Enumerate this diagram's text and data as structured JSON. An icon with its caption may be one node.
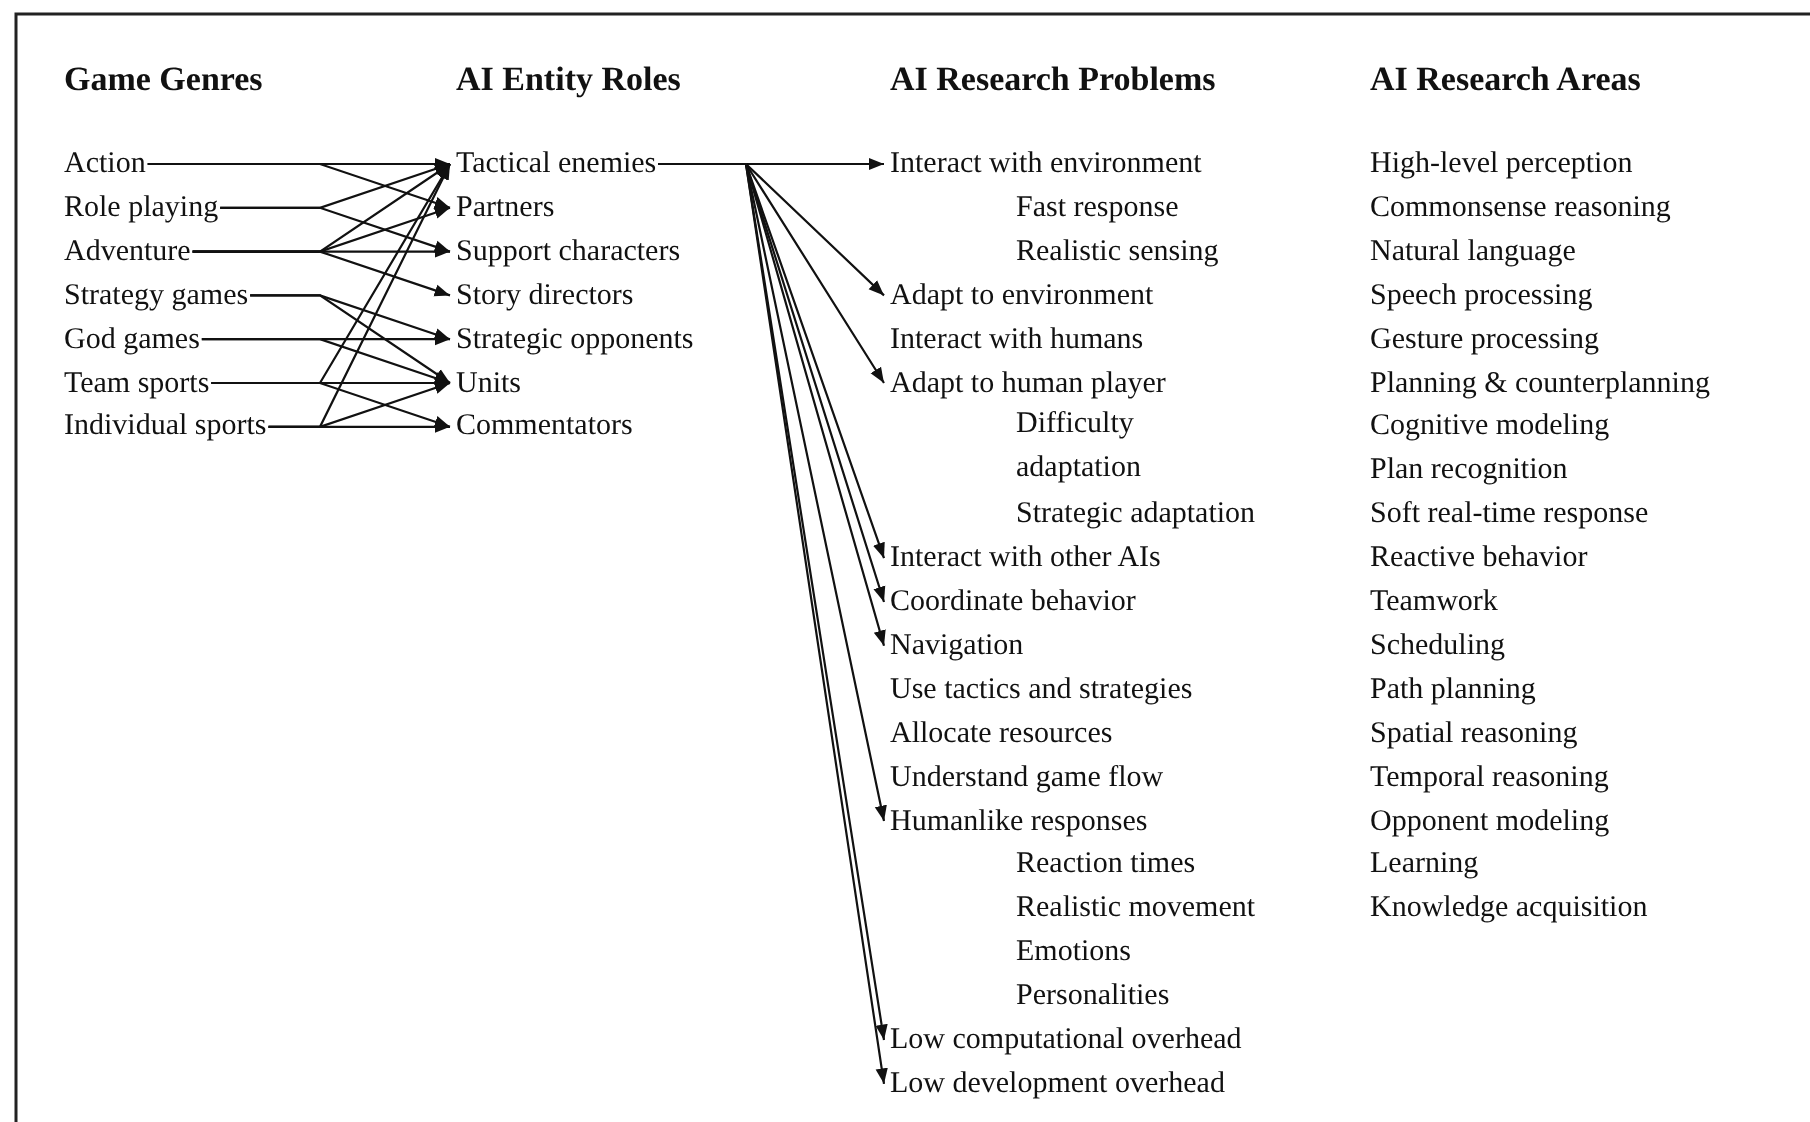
{
  "diagram": {
    "nodes": [
      {
        "text": [
          "Action"
        ]
      },
      {
        "text": [
          "Role playing"
        ]
      },
      {
        "text": [
          "Adventure"
        ]
      },
      {
        "text": [
          "Strategy games"
        ]
      },
      {
        "text": [
          "God games"
        ]
      },
      {
        "text": [
          "Team sports"
        ]
      },
      {
        "text": [
          "Individual sports"
        ]
      },
      {
        "text": [
          "Tactical enemies"
        ]
      },
      {
        "text": [
          "Partners"
        ]
      },
      {
        "text": [
          "Support characters"
        ]
      },
      {
        "text": [
          "Story directors"
        ]
      },
      {
        "text": [
          "Strategic opponents"
        ]
      },
      {
        "text": [
          "Units"
        ]
      },
      {
        "text": [
          "Commentators"
        ]
      },
      {
        "text": [
          "Interact with environment"
        ]
      },
      {
        "text": [
          "Adapt to environment"
        ]
      },
      {
        "text": [
          "Adapt to human player"
        ]
      },
      {
        "text": [
          "Interact with other AIs"
        ]
      },
      {
        "text": [
          "Coordinate behavior"
        ]
      },
      {
        "text": [
          "Navigation"
        ]
      },
      {
        "text": [
          "Humanlike responses"
        ]
      },
      {
        "text": [
          "Low computational overhead"
        ]
      },
      {
        "text": [
          "Low development overhead"
        ]
      }
    ],
    "edges": [
      {
        "from": 0,
        "to": 7,
        "arrow": "to"
      },
      {
        "from": 0,
        "to": 8,
        "arrow": "to"
      },
      {
        "from": 1,
        "to": 7,
        "arrow": "to"
      },
      {
        "from": 1,
        "to": 9,
        "arrow": "to"
      },
      {
        "from": 2,
        "to": 7,
        "arrow": "to"
      },
      {
        "from": 2,
        "to": 8,
        "arrow": "to"
      },
      {
        "from": 2,
        "to": 9,
        "arrow": "to"
      },
      {
        "from": 2,
        "to": 10,
        "arrow": "to"
      },
      {
        "from": 3,
        "to": 11,
        "arrow": "to"
      },
      {
        "from": 3,
        "to": 12,
        "arrow": "to"
      },
      {
        "from": 4,
        "to": 11,
        "arrow": "to"
      },
      {
        "from": 4,
        "to": 12,
        "arrow": "to"
      },
      {
        "from": 5,
        "to": 7,
        "arrow": "to"
      },
      {
        "from": 5,
        "to": 12,
        "arrow": "to"
      },
      {
        "from": 5,
        "to": 13,
        "arrow": "to"
      },
      {
        "from": 6,
        "to": 7,
        "arrow": "to"
      },
      {
        "from": 6,
        "to": 12,
        "arrow": "to"
      },
      {
        "from": 6,
        "to": 13,
        "arrow": "to"
      },
      {
        "from": 7,
        "to": 14,
        "arrow": "to"
      },
      {
        "from": 7,
        "to": 15,
        "arrow": "to"
      },
      {
        "from": 7,
        "to": 16,
        "arrow": "to"
      },
      {
        "from": 7,
        "to": 17,
        "arrow": "to"
      },
      {
        "from": 7,
        "to": 18,
        "arrow": "to"
      },
      {
        "from": 7,
        "to": 19,
        "arrow": "to"
      },
      {
        "from": 7,
        "to": 20,
        "arrow": "to"
      },
      {
        "from": 7,
        "to": 21,
        "arrow": "to"
      },
      {
        "from": 7,
        "to": 22,
        "arrow": "to"
      }
    ],
    "labels": [
      "Game Genres",
      "AI Entity Roles",
      "AI Research Problems",
      "AI Research Areas",
      "Fast response",
      "Realistic sensing",
      "Interact with humans",
      "Difficulty adaptation",
      "Strategic adaptation",
      "Use tactics and strategies",
      "Allocate resources",
      "Understand game flow",
      "Reaction times",
      "Realistic movement",
      "Emotions",
      "Personalities",
      "High-level perception",
      "Commonsense reasoning",
      "Natural language",
      "Speech processing",
      "Gesture processing",
      "Planning & counterplanning",
      "Cognitive modeling",
      "Plan recognition",
      "Soft real-time response",
      "Reactive behavior",
      "Teamwork",
      "Scheduling",
      "Path planning",
      "Spatial reasoning",
      "Temporal reasoning",
      "Opponent modeling",
      "Learning",
      "Knowledge acquisition"
    ]
  }
}
